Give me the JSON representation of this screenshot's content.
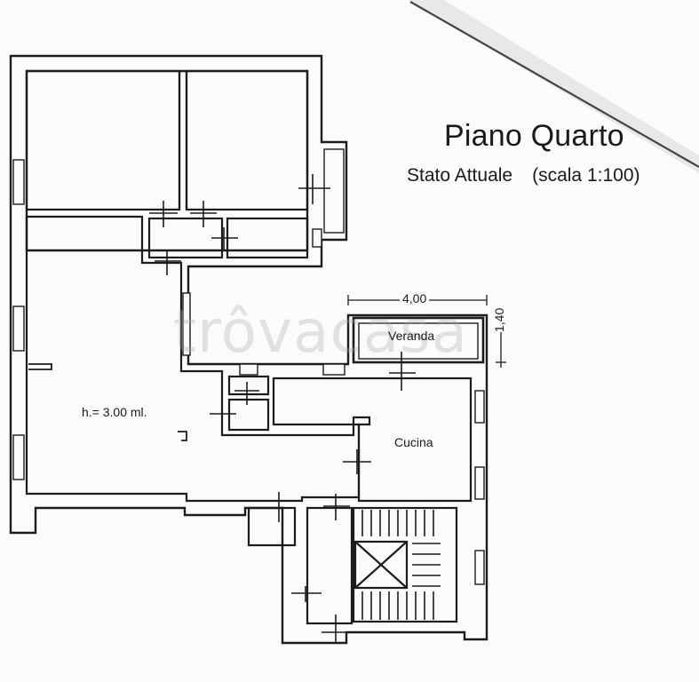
{
  "header": {
    "title": "Piano Quarto",
    "subtitle": "Stato Attuale",
    "scale": "(scala 1:100)"
  },
  "plan": {
    "rooms": {
      "veranda": "Veranda",
      "cucina": "Cucina"
    },
    "height_note": "h.= 3.00 ml.",
    "dimensions": {
      "veranda_width": "4,00",
      "veranda_depth": "1,40"
    }
  },
  "watermark": "trôvacasa",
  "colors": {
    "wall": "#1c1c1c",
    "paper": "#fbfbfb",
    "watermark": "#aaaaaa"
  }
}
